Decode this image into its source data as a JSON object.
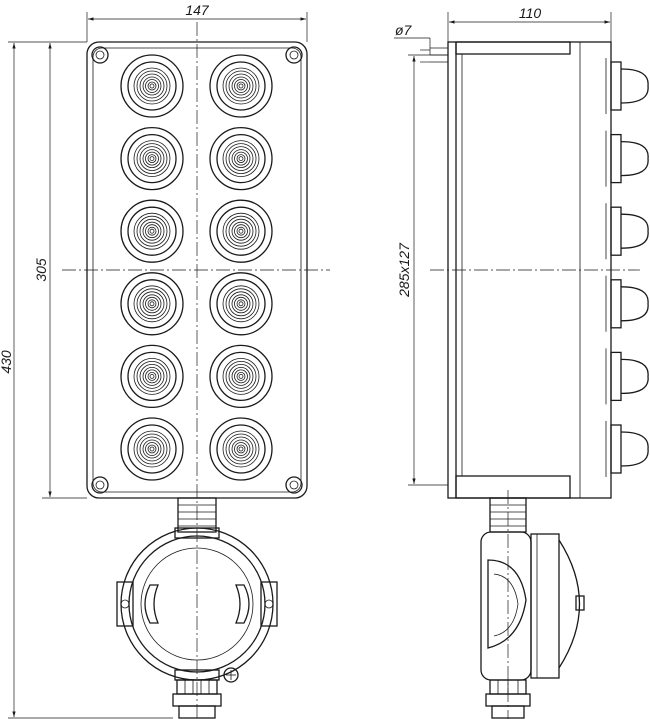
{
  "dimensions": {
    "front_width": "147",
    "front_height_box": "305",
    "front_height_total": "430",
    "side_depth": "110",
    "side_diameter": "ø7",
    "side_mounting": "285x127"
  },
  "button_grid": {
    "rows": 6,
    "columns": 2
  }
}
